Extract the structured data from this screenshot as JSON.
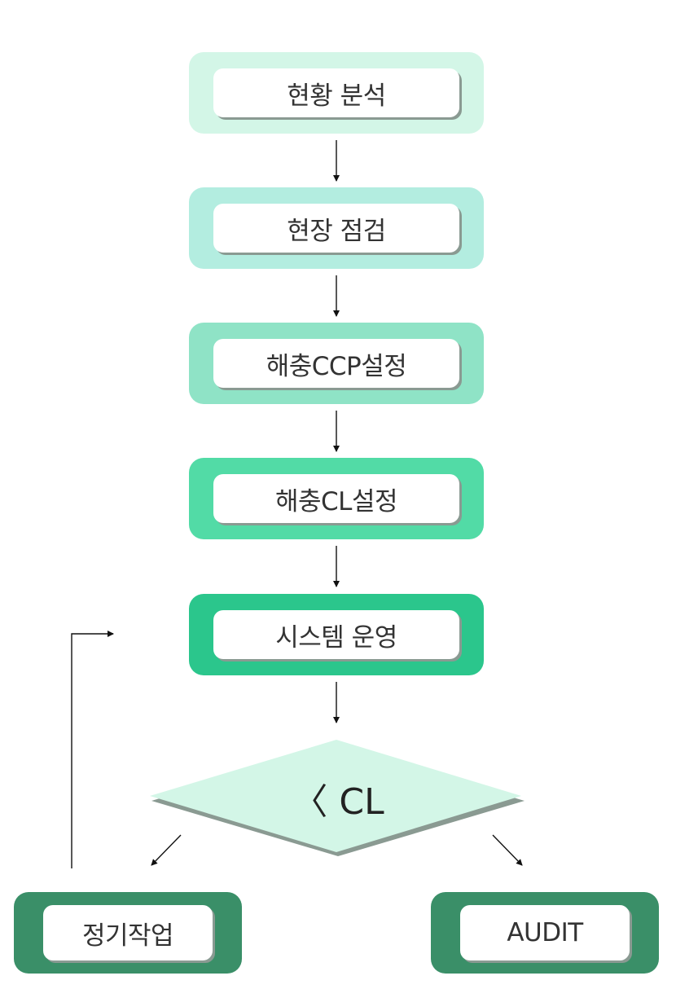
{
  "steps": [
    {
      "label": "현황 분석",
      "color": "#d3f6e7"
    },
    {
      "label": "현장 점검",
      "color": "#b3ede0"
    },
    {
      "label": "해충CCP설정",
      "color": "#8fe3c6"
    },
    {
      "label": "해충CL설정",
      "color": "#52dba6"
    },
    {
      "label": "시스템 운영",
      "color": "#2bc68c"
    }
  ],
  "decision": {
    "label": "〈 CL",
    "color": "#d3f6e7"
  },
  "outcomes": {
    "left": {
      "label": "정기작업",
      "color": "#3a8f68"
    },
    "right": {
      "label": "AUDIT",
      "color": "#3a8f68"
    }
  }
}
